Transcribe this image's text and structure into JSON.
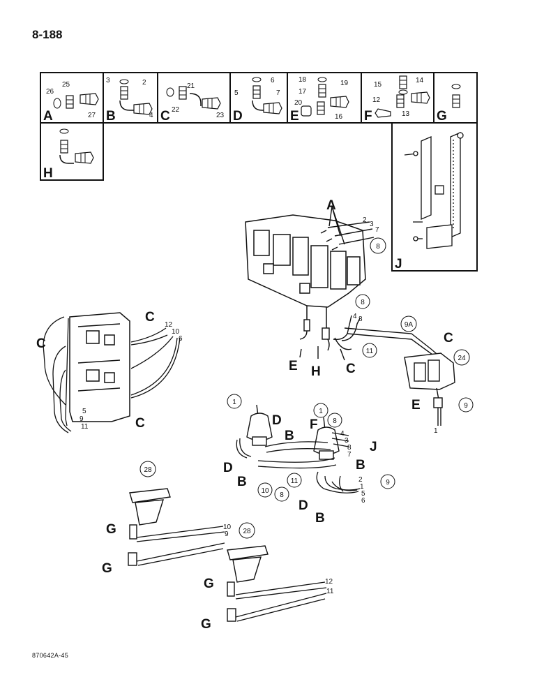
{
  "page": {
    "number": "8-188",
    "code": "870642A-45"
  },
  "panels": [
    {
      "letter": "A",
      "callouts": [
        "26",
        "25",
        "27"
      ]
    },
    {
      "letter": "B",
      "callouts": [
        "3",
        "2",
        "4"
      ]
    },
    {
      "letter": "C",
      "callouts": [
        "21",
        "22",
        "23"
      ]
    },
    {
      "letter": "D",
      "callouts": [
        "6",
        "5",
        "7"
      ]
    },
    {
      "letter": "E",
      "callouts": [
        "18",
        "17",
        "19",
        "20",
        "16"
      ]
    },
    {
      "letter": "F",
      "callouts": [
        "15",
        "14",
        "12",
        "13"
      ]
    },
    {
      "letter": "G",
      "callouts": []
    },
    {
      "letter": "H",
      "callouts": []
    },
    {
      "letter": "J",
      "callouts": []
    }
  ],
  "labels": {
    "top_valve": {
      "A": "A",
      "n2": "2",
      "n3": "3",
      "n7": "7",
      "n8": "8"
    },
    "mid": {
      "n8": "8",
      "n4": "4",
      "n8b": "8",
      "E": "E",
      "H": "H",
      "C": "C",
      "n11": "11",
      "n9A": "9A",
      "C2": "C",
      "n24": "24",
      "E2": "E",
      "n9": "9",
      "n1": "1"
    },
    "left_block": {
      "C1": "C",
      "C2": "C",
      "C3": "C",
      "n12": "12",
      "n10": "10",
      "n6": "6",
      "n5": "5",
      "n9": "9",
      "n11": "11"
    },
    "joysticks": {
      "n1a": "1",
      "n1b": "1",
      "D1": "D",
      "B1": "B",
      "F": "F",
      "n8": "8",
      "n4": "4",
      "n3": "3",
      "n8b": "8",
      "n7": "7",
      "J": "J",
      "D2": "D",
      "B2": "B",
      "n10": "10",
      "n8c": "8",
      "n11": "11",
      "B3": "B",
      "n2": "2",
      "n1c": "1",
      "n9": "9",
      "n5": "5",
      "n6": "6",
      "D3": "D",
      "B4": "B"
    },
    "pedals": {
      "n28a": "28",
      "G1": "G",
      "G2": "G",
      "n10": "10",
      "n9": "9",
      "n28b": "28",
      "G3": "G",
      "G4": "G",
      "n12": "12",
      "n11": "11"
    }
  }
}
